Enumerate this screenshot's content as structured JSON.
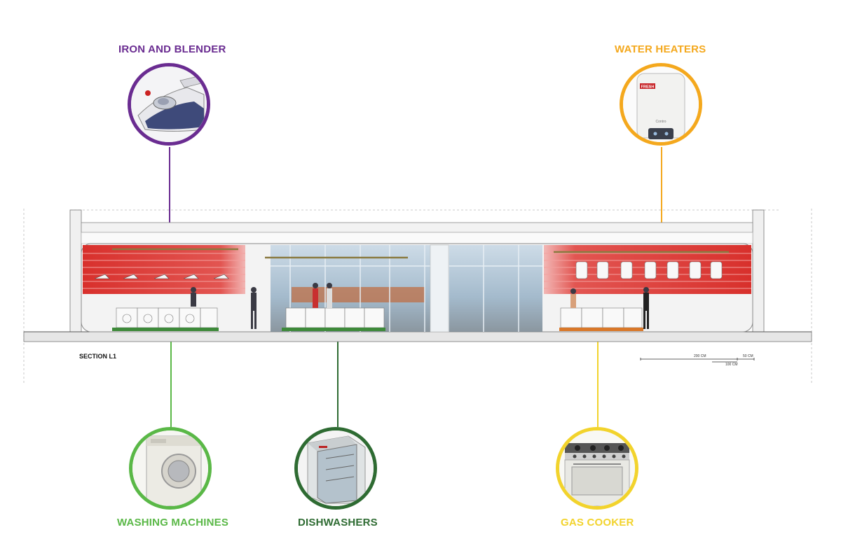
{
  "callouts": {
    "iron": {
      "label": "IRON AND BLENDER",
      "color": "#6a2c91",
      "icon": "iron-icon"
    },
    "water": {
      "label": "WATER HEATERS",
      "color": "#f4a81d",
      "icon": "water-heater-icon"
    },
    "washing": {
      "label": "WASHING MACHINES",
      "color": "#5ab847",
      "icon": "washing-machine-icon"
    },
    "dish": {
      "label": "DISHWASHERS",
      "color": "#2e6b32",
      "icon": "dishwasher-icon"
    },
    "gas": {
      "label": "GAS COOKER",
      "color": "#f2d32c",
      "icon": "gas-cooker-icon"
    }
  },
  "section": {
    "title": "SECTION L1"
  },
  "scale": {
    "label_200": "200 CM",
    "label_50": "50 CM",
    "label_100": "100 CM"
  },
  "products": {
    "heater_brand": "FRESH",
    "heater_model": "Contro"
  },
  "colors": {
    "wall_red": "#d8302c",
    "floor": "#dddddd",
    "glass": "#a9c4d8"
  }
}
